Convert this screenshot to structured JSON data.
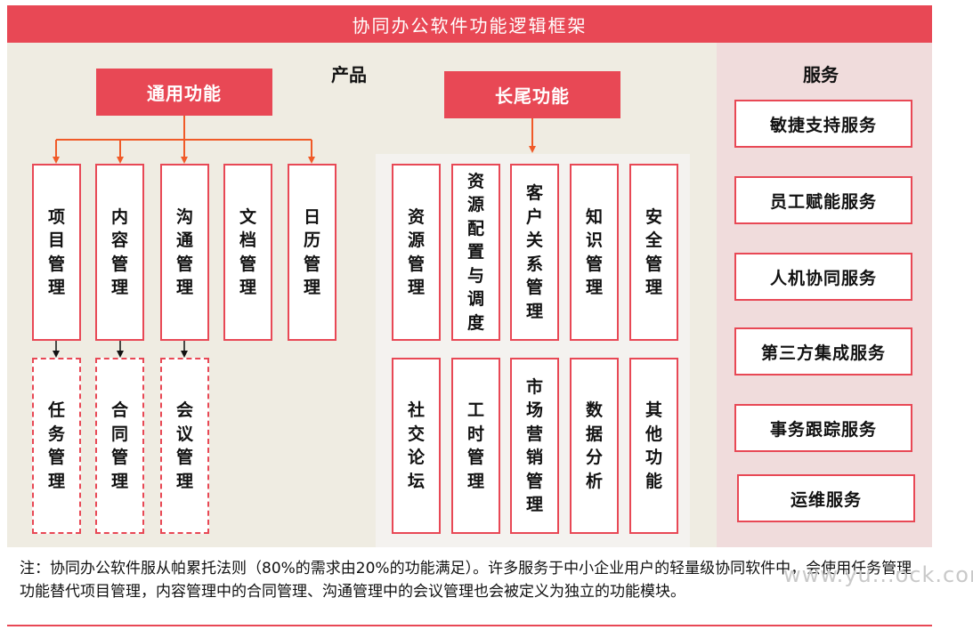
{
  "title": "协同办公软件功能逻辑框架",
  "sections": {
    "product": "产品",
    "service": "服务"
  },
  "headers": {
    "general": "通用功能",
    "longtail": "长尾功能"
  },
  "general_boxes": [
    "项目管理",
    "内容管理",
    "沟通管理",
    "文档管理",
    "日历管理"
  ],
  "derived_boxes": [
    "任务管理",
    "合同管理",
    "会议管理"
  ],
  "longtail_row1": [
    "资源管理",
    "资源配置与调度",
    "客户关系管理",
    "知识管理",
    "安全管理"
  ],
  "longtail_row2": [
    "社交论坛",
    "工时管理",
    "市场营销管理",
    "数据分析",
    "其他功能"
  ],
  "services": [
    "敏捷支持服务",
    "员工赋能服务",
    "人机协同服务",
    "第三方集成服务",
    "事务跟踪服务",
    "运维服务"
  ],
  "note": "注：协同办公软件服从帕累托法则（80%的需求由20%的功能满足）。许多服务于中小企业用户的轻量级协同软件中，会使用任务管理功能替代项目管理，内容管理中的合同管理、沟通管理中的会议管理也会被定义为独立的功能模块。",
  "watermark": "www.yu...ock.com",
  "colors": {
    "accent": "#e84855",
    "arrow": "#f05a28",
    "product_bg": "#efece2",
    "service_bg": "#f0dcdc"
  }
}
